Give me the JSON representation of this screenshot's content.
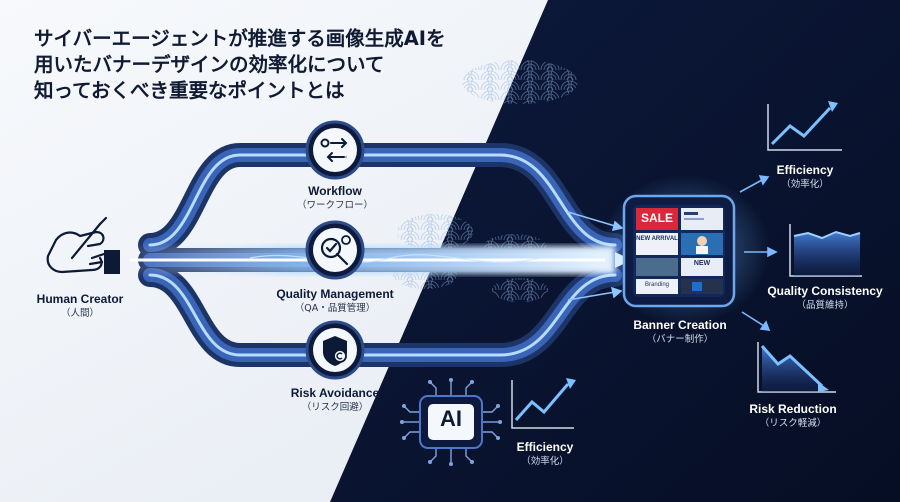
{
  "title": {
    "line1": "サイバーエージェントが推進する画像生成AIを",
    "line2": "用いたバナーデザインの効率化について",
    "line3": "知っておくべき重要なポイントとは"
  },
  "human": {
    "label": "Human Creator",
    "sub": "（人間）"
  },
  "workflow": {
    "label": "Workflow",
    "sub": "（ワークフロー）"
  },
  "quality": {
    "label": "Quality Management",
    "sub": "（QA・品質管理）"
  },
  "risk": {
    "label": "Risk Avoidance",
    "sub": "（リスク回避）"
  },
  "ai": {
    "badge": "AI"
  },
  "ai_efficiency": {
    "label": "Efficiency",
    "sub": "（効率化）"
  },
  "banner": {
    "label": "Banner Creation",
    "sub": "（バナー制作）",
    "tile_sale": "SALE",
    "tile_arrival": "NEW ARRIVAL",
    "tile_new": "NEW",
    "tile_branding": "Branding"
  },
  "outputs": {
    "efficiency": {
      "label": "Efficiency",
      "sub": "（効率化）"
    },
    "consistency": {
      "label": "Quality Consistency",
      "sub": "（品質維持）"
    },
    "risk_reduction": {
      "label": "Risk Reduction",
      "sub": "（リスク軽減）"
    }
  },
  "colors": {
    "navy": "#0c1838",
    "deep": "#071128",
    "glow": "#5aa8ff",
    "light_bg": "#eef2f7"
  }
}
